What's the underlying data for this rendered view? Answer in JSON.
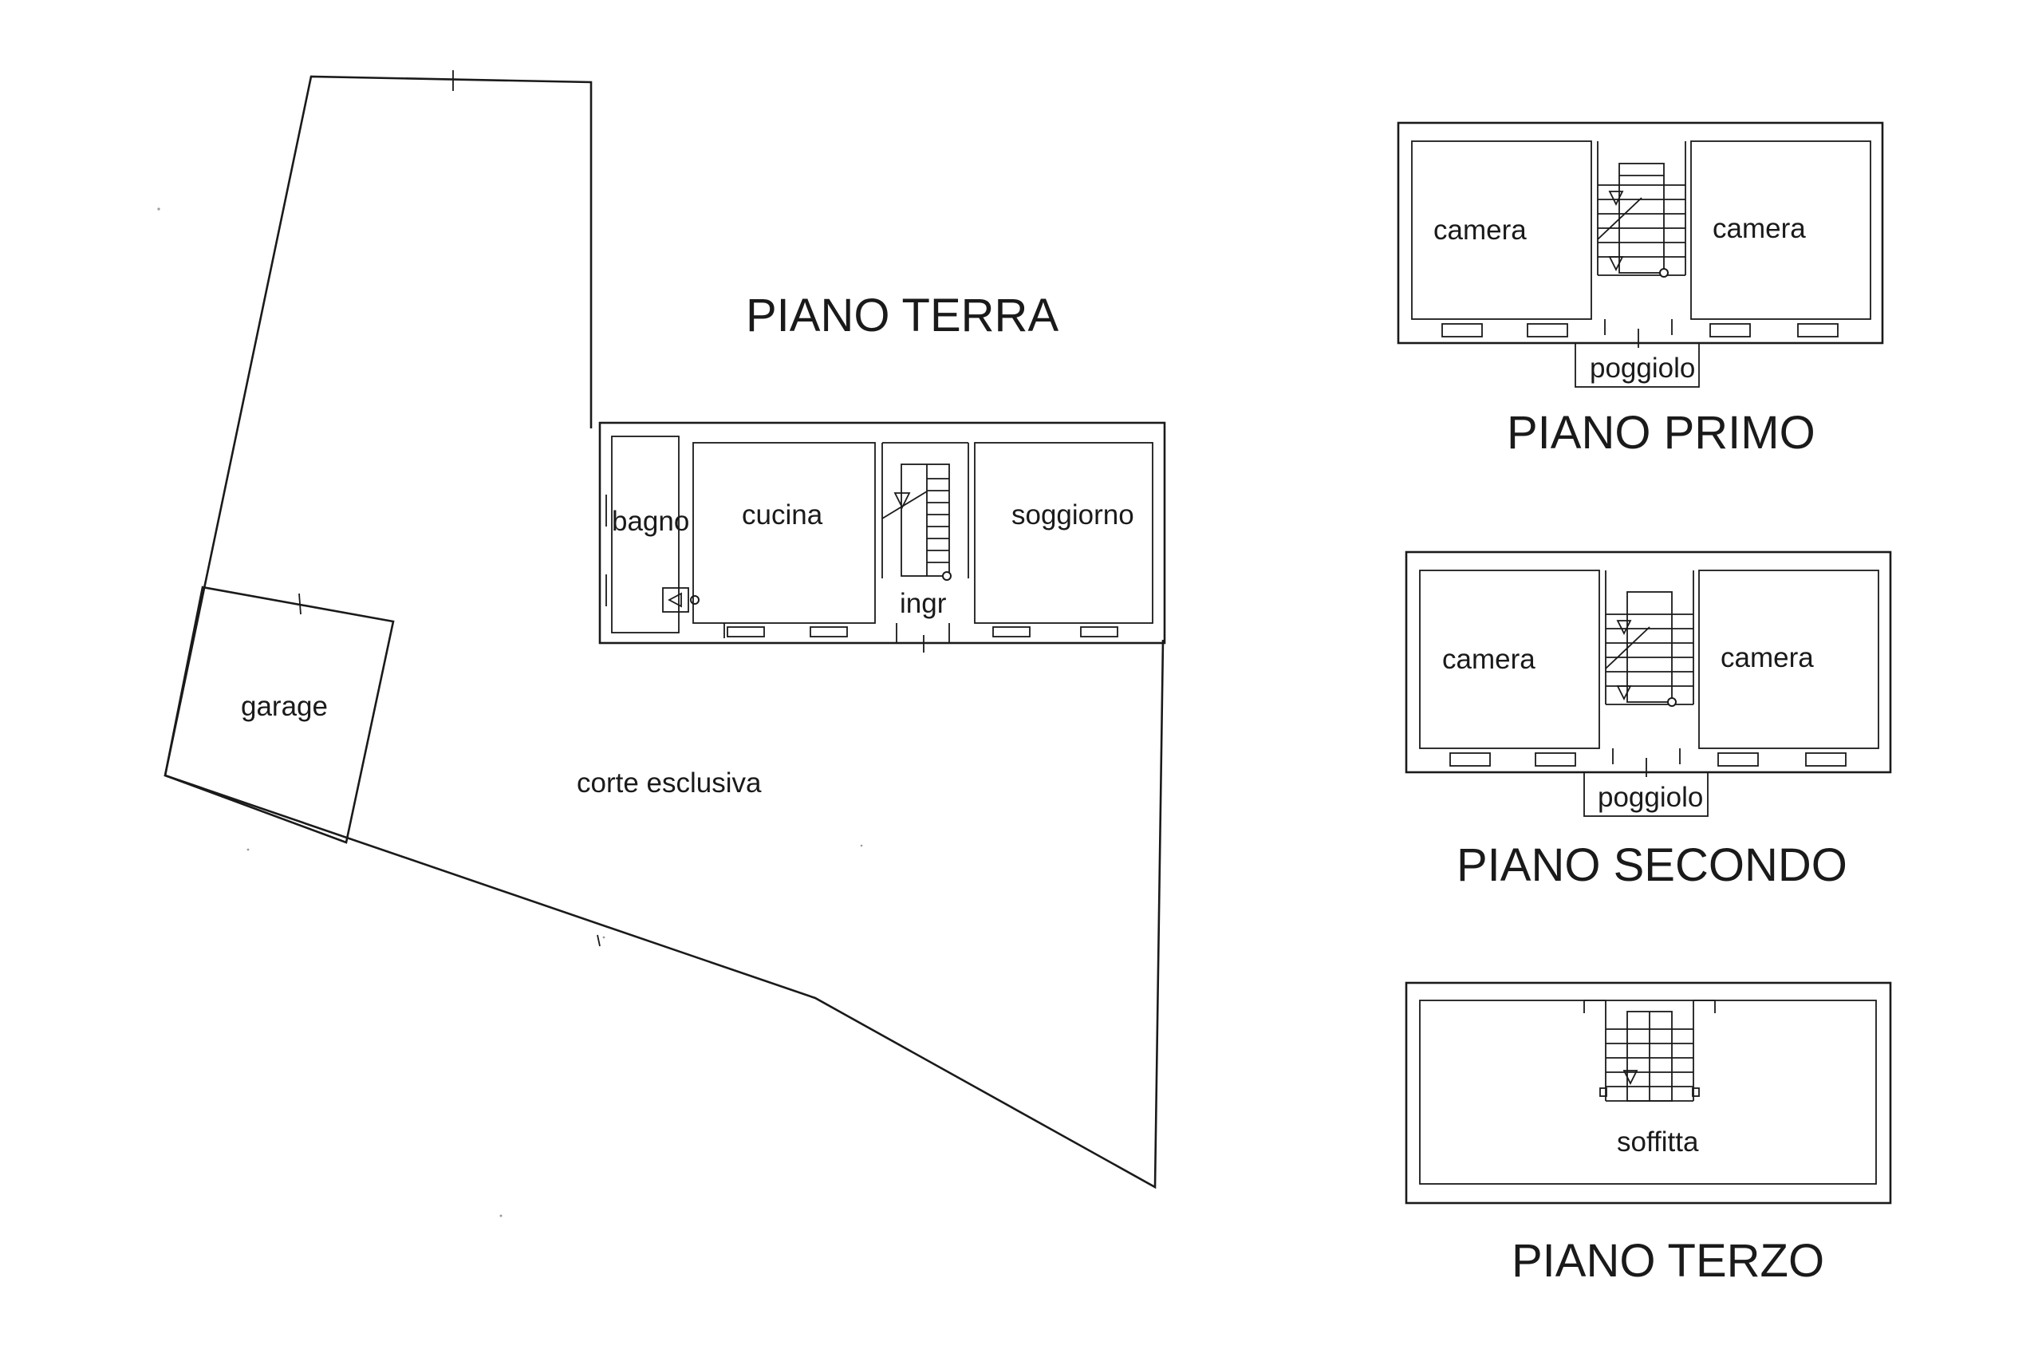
{
  "ground_floor": {
    "title": "PIANO TERRA",
    "rooms": {
      "bagno": "bagno",
      "cucina": "cucina",
      "soggiorno": "soggiorno",
      "ingr": "ingr",
      "garage": "garage",
      "corte": "corte esclusiva"
    }
  },
  "first_floor": {
    "title": "PIANO PRIMO",
    "rooms": {
      "left": "camera",
      "right": "camera",
      "balcony": "poggiolo"
    }
  },
  "second_floor": {
    "title": "PIANO SECONDO",
    "rooms": {
      "left": "camera",
      "right": "camera",
      "balcony": "poggiolo"
    }
  },
  "third_floor": {
    "title": "PIANO TERZO",
    "rooms": {
      "attic": "soffitta"
    }
  }
}
